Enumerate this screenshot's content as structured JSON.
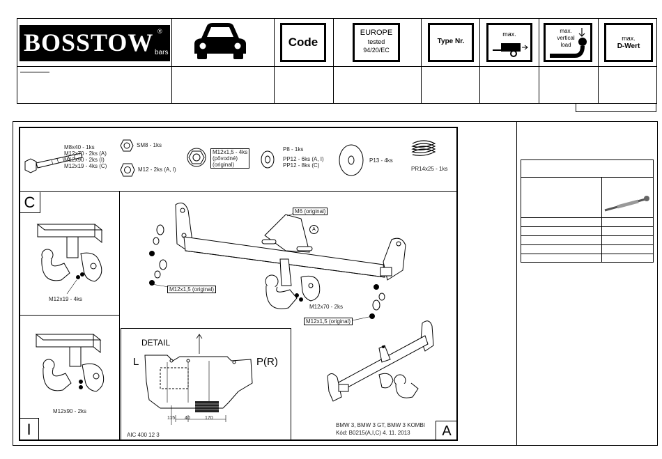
{
  "header": {
    "brand": "BOSSTOW",
    "brand_reg": "®",
    "brand_sub": "bars",
    "code_label": "Code",
    "europe_line1": "EUROPE",
    "europe_line2": "tested",
    "europe_line3": "94/20/EC",
    "type_label": "Type Nr.",
    "max_label": "max.",
    "vertical_line1": "max.",
    "vertical_line2": "vertical",
    "vertical_line3": "load",
    "dwert_line1": "max.",
    "dwert_line2": "D-Wert"
  },
  "parts": {
    "bolts_line1": "M8x40 - 1ks",
    "bolts_line2": "M12x70 - 2ks (A)",
    "bolts_line3": "M12x90 - 2ks (I)",
    "bolts_line4": "M12x19 - 4ks (C)",
    "nut_m8": "SM8 - 1ks",
    "nut_m12": "M12 - 2ks (A, I)",
    "flange_line1": "M12x1,5 - 4ks",
    "flange_line2": "(pôvodné)",
    "flange_line3": "(original)",
    "washer_line1": "P8 - 1ks",
    "washer_line2": "PP12 - 6ks (A, I)",
    "washer_line3": "PP12 - 8ks (C)",
    "big_washer": "P13 - 4ks",
    "spring": "PR14x25 - 1ks"
  },
  "panels": {
    "c_letter": "C",
    "c_caption": "M12x19 - 4ks",
    "i_letter": "I",
    "i_caption": "M12x90 - 2ks",
    "a_letter": "A",
    "m6_label": "M6 (original)",
    "a_circle": "A",
    "m12_left": "M12x1,5 (original)",
    "m12x70": "M12x70 - 2ks",
    "m12_right": "M12x1,5 (original)",
    "detail_title": "DETAIL",
    "detail_l": "L",
    "detail_pr": "P(R)",
    "dim_115": "115",
    "dim_40": "40",
    "dim_170": "170",
    "aic": "AIC 400 12 3",
    "model": "BMW 3, BMW 3 GT, BMW 3 KOMBI",
    "kod": "Kód: B0215(A,I,C)  4. 11. 2013"
  }
}
